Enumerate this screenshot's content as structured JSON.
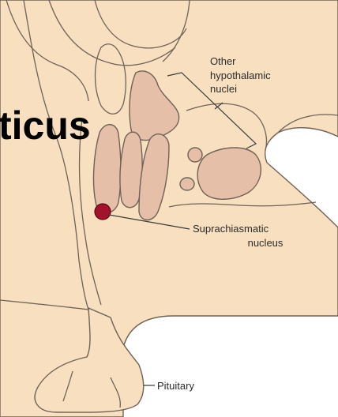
{
  "heading_fragment": "ticus",
  "labels": {
    "other_line1": "Other",
    "other_line2": "hypothalamic",
    "other_line3": "nuclei",
    "scn_line1": "Suprachiasmatic",
    "scn_line2": "nucleus",
    "pituitary": "Pituitary"
  },
  "colors": {
    "tissue": "#f8dfc0",
    "nuclei": "#e5bfa8",
    "suprachiasmatic": "#a3122b",
    "outline": "#6f6257",
    "background": "#ffffff"
  }
}
